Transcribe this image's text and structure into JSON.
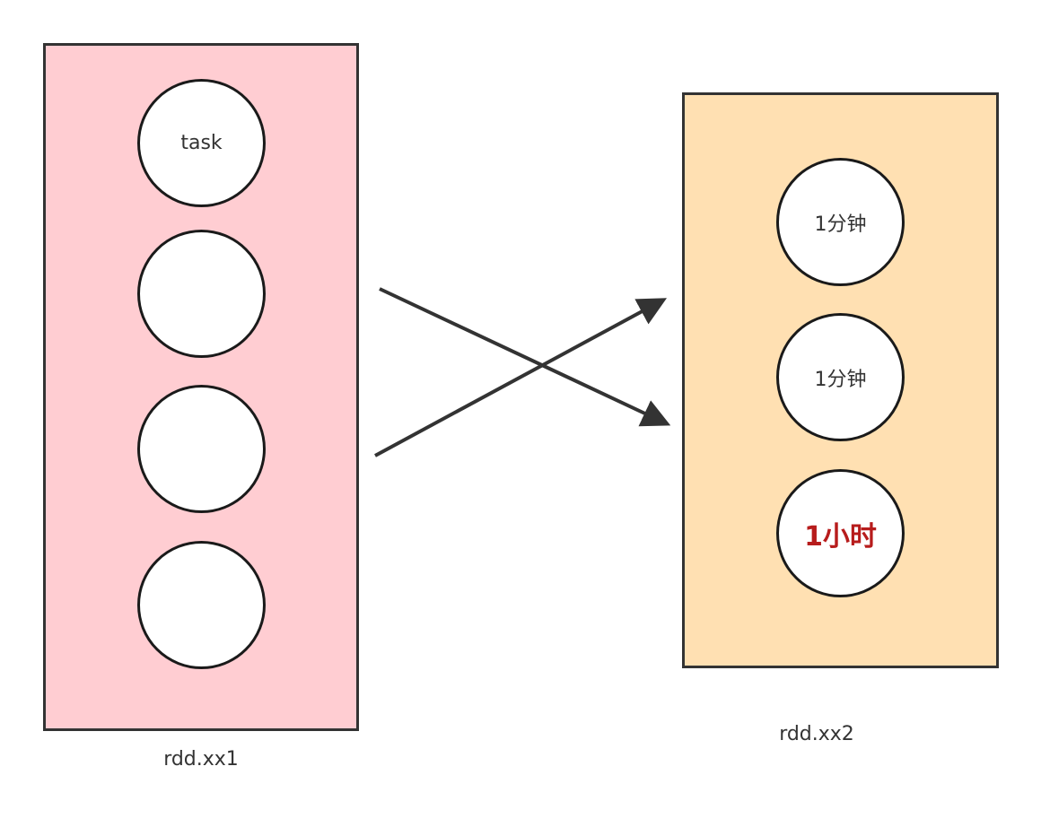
{
  "diagram": {
    "left_rdd": {
      "caption": "rdd.xx1",
      "fill": "#ffcdd2",
      "tasks": [
        "task",
        "",
        "",
        ""
      ]
    },
    "right_rdd": {
      "caption": "rdd.xx2",
      "fill": "#ffe0b2",
      "tasks": [
        "1分钟",
        "1分钟",
        "1小时"
      ],
      "highlight_color": "#b71c1c"
    },
    "arrows": [
      {
        "from": "left_rdd",
        "to": "right_rdd",
        "icon": "arrow-icon"
      },
      {
        "from": "left_rdd",
        "to": "right_rdd",
        "icon": "arrow-icon"
      }
    ]
  }
}
